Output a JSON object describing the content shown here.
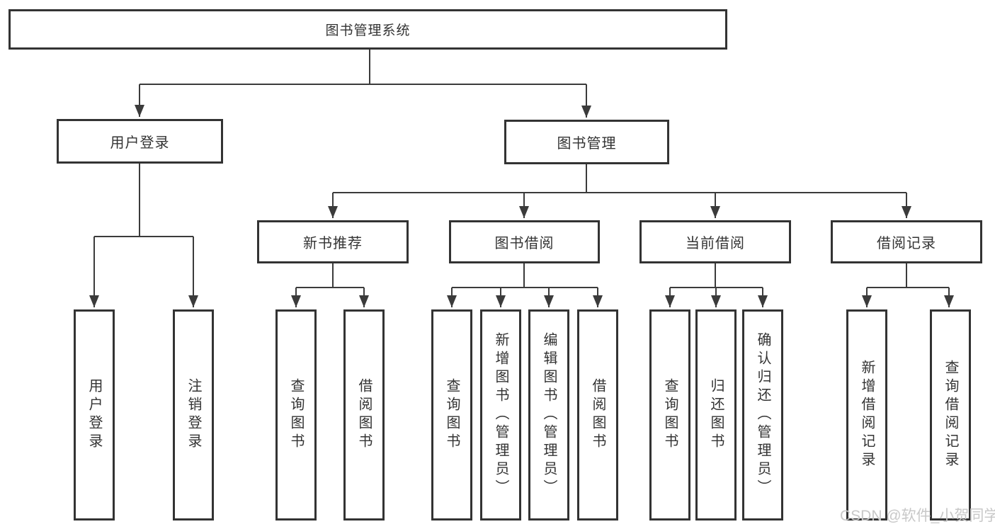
{
  "nodes": {
    "root": "图书管理系统",
    "level2": [
      "用户登录",
      "图书管理"
    ],
    "level3": [
      "新书推荐",
      "图书借阅",
      "当前借阅",
      "借阅记录"
    ],
    "leaves": [
      "用户登录",
      "注销登录",
      "查询图书",
      "借阅图书",
      "查询图书",
      "新增图书（管理员）",
      "编辑图书（管理员）",
      "借阅图书",
      "查询图书",
      "归还图书",
      "确认归还（管理员）",
      "新增借阅记录",
      "查询借阅记录"
    ]
  },
  "structure": {
    "图书管理系统": {
      "用户登录": [
        "用户登录",
        "注销登录"
      ],
      "图书管理": {
        "新书推荐": [
          "查询图书",
          "借阅图书"
        ],
        "图书借阅": [
          "查询图书",
          "新增图书（管理员）",
          "编辑图书（管理员）",
          "借阅图书"
        ],
        "当前借阅": [
          "查询图书",
          "归还图书",
          "确认归还（管理员）"
        ],
        "借阅记录": [
          "新增借阅记录",
          "查询借阅记录"
        ]
      }
    }
  },
  "watermark": "CSDN @软件_小贺同学",
  "colors": {
    "line": "#3b3b3b",
    "box_border": "#333333",
    "text": "#333333",
    "watermark": "#c8c8c8",
    "background": "#ffffff"
  }
}
